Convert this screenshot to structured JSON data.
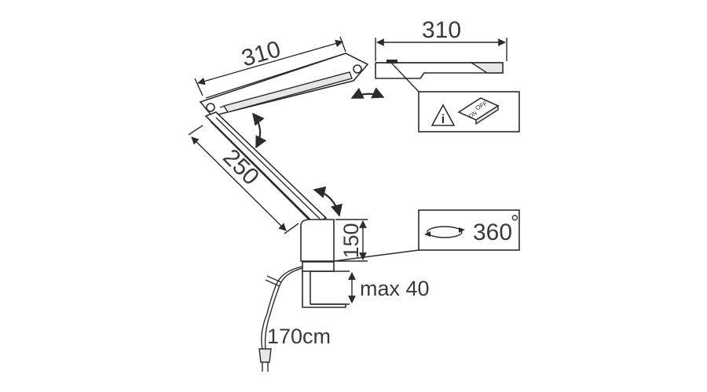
{
  "labels": {
    "head_length": "310",
    "upper_arm_length": "310",
    "lower_arm_length": "250",
    "base_height": "150",
    "clamp_opening": "max 40",
    "cable_length": "170cm",
    "rotation": "360",
    "degree_symbol": "°"
  },
  "switch_icon": {
    "info_symbol": "i",
    "off_text": "OFF",
    "on_text": "ON"
  },
  "icons": [
    "rotate-arrows-icon",
    "info-icon",
    "switch-icon",
    "plug-icon"
  ]
}
